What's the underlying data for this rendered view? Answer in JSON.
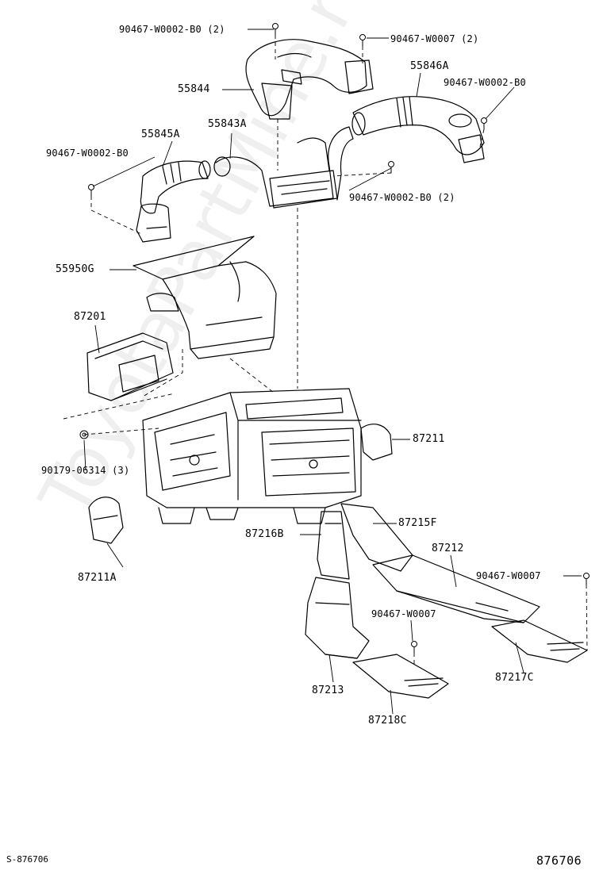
{
  "labels": {
    "l_90467_w0002_b0_top": "90467-W0002-B0 (2)",
    "l_90467_w0007_top": "90467-W0007 (2)",
    "l_55846a": "55846A",
    "l_90467_w0002_b0_right": "90467-W0002-B0",
    "l_55844": "55844",
    "l_55845a": "55845A",
    "l_55843a": "55843A",
    "l_90467_w0002_b0_left": "90467-W0002-B0",
    "l_90467_w0002_b0_mid": "90467-W0002-B0 (2)",
    "l_55950g": "55950G",
    "l_87201": "87201",
    "l_87211": "87211",
    "l_90179_06314": "90179-06314 (3)",
    "l_87216b": "87216B",
    "l_87215f": "87215F",
    "l_87212": "87212",
    "l_90467_w0007_right": "90467-W0007",
    "l_87211a": "87211A",
    "l_90467_w0007_mid": "90467-W0007",
    "l_87213": "87213",
    "l_87217c": "87217C",
    "l_87218c": "87218C"
  },
  "footer": {
    "left": "S-876706",
    "right": "876706"
  },
  "watermark": "ToyotaPartMine.ru"
}
